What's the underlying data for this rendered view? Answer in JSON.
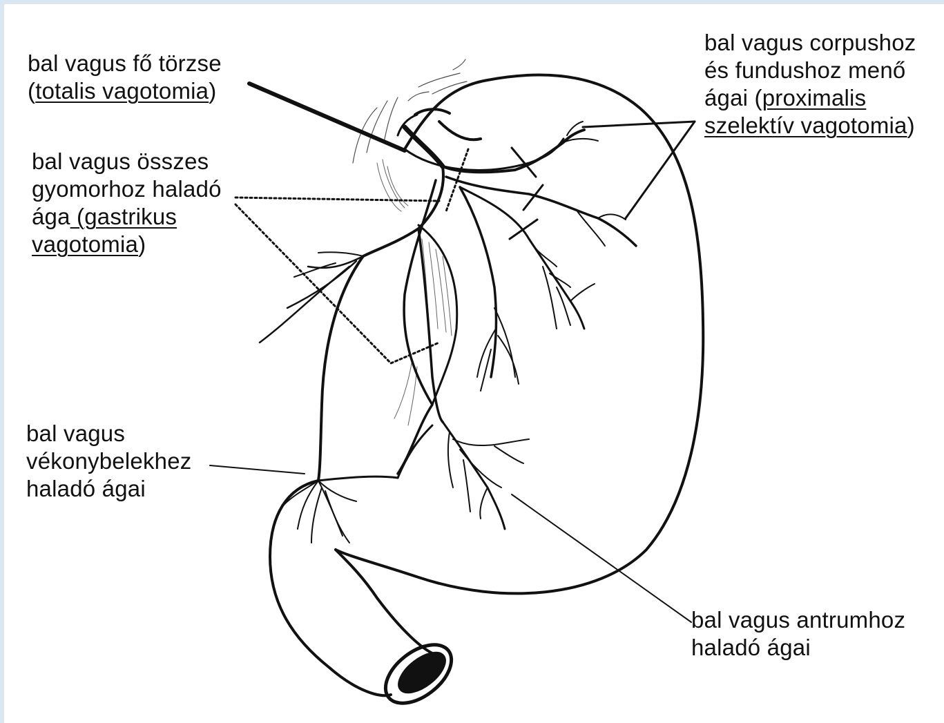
{
  "labels": {
    "main_trunk": {
      "line1": "bal vagus fő törzse",
      "open": "(",
      "procedure": "totalis vagotomia",
      "close": ")"
    },
    "gastric_branch": {
      "line1": "bal vagus összes",
      "line2": "gyomorhoz haladó",
      "line3_prefix": "ága",
      "line3_proc": " (gastrikus",
      "line4_proc": "vagotomia",
      "line4_close": ")"
    },
    "proximal": {
      "line1": "bal vagus corpushoz",
      "line2": "és fundushoz menő",
      "line3_prefix": "ágai (",
      "line3_proc": "proximalis",
      "line4_proc": "szelektív vagotomia",
      "line4_close": ")"
    },
    "small_intestine": {
      "line1": "bal vagus",
      "line2": "vékonybelekhez",
      "line3": "haladó ágai"
    },
    "antrum": {
      "line1": "bal vagus antrumhoz",
      "line2": "haladó ágai"
    }
  },
  "colors": {
    "frame": "#dbe6f3",
    "ink": "#111111",
    "paper": "#ffffff"
  }
}
